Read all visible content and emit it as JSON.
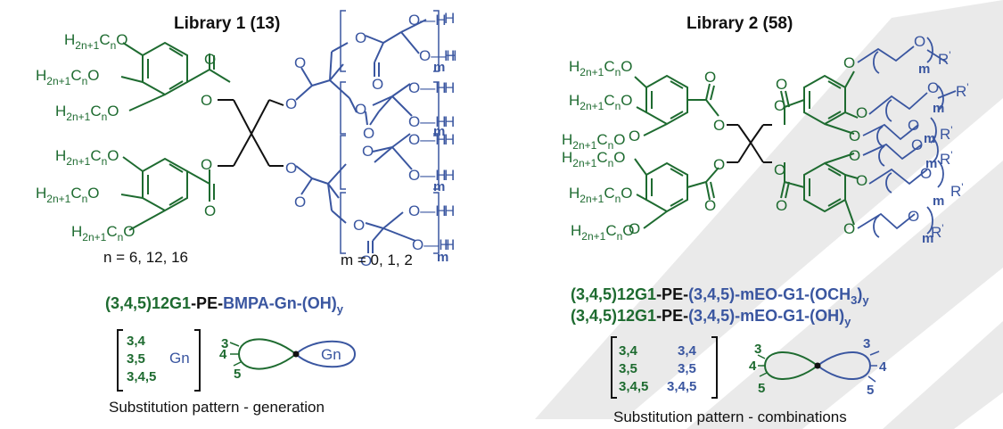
{
  "colors": {
    "green": "#1e6b30",
    "blue": "#3a56a0",
    "black": "#111111",
    "watermark": "#d9d9d9"
  },
  "library1": {
    "title": "Library 1 (13)",
    "alkoxy": [
      "H",
      "2n+1",
      "C",
      "n",
      "O"
    ],
    "n_note": "n = 6, 12, 16",
    "m_note": "m = 0, 1, 2",
    "oh_label": "O—H",
    "h_label": "H",
    "m_sub": "m",
    "o_label": "O",
    "caption": {
      "green": "(3,4,5)12G1",
      "black": "-PE-",
      "blue": "BMPA-Gn-(OH)",
      "sub": "y"
    },
    "pattern_left": [
      "3,4",
      "3,5",
      "3,4,5"
    ],
    "pattern_gn": "Gn",
    "diagram_numbers": [
      "3",
      "4",
      "5"
    ],
    "diagram_gn": "Gn",
    "description": "Substitution pattern - generation"
  },
  "library2": {
    "title": "Library 2 (58)",
    "r_label": "R",
    "prime": "'",
    "m_sub": "m",
    "o_label": "O",
    "caption1": {
      "green": "(3,4,5)12G1",
      "black": "-PE-",
      "blue": "(3,4,5)-mEO-G1-(OCH",
      "sub3": "3",
      "close": ")",
      "sub": "y"
    },
    "caption2": {
      "green": "(3,4,5)12G1",
      "black": "-PE-",
      "blue": "(3,4,5)-mEO-G1-(OH)",
      "sub": "y"
    },
    "pattern_left": [
      "3,4",
      "3,5",
      "3,4,5"
    ],
    "pattern_right": [
      "3,4",
      "3,5",
      "3,4,5"
    ],
    "diagram_left_numbers": [
      "3",
      "4",
      "5"
    ],
    "diagram_right_numbers": [
      "3",
      "4",
      "5"
    ],
    "description": "Substitution pattern - combinations"
  }
}
